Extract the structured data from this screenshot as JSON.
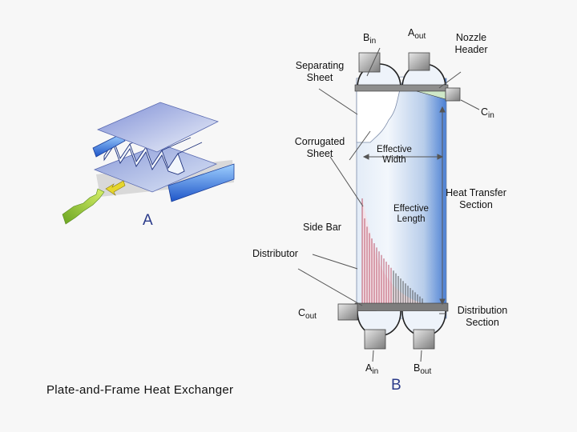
{
  "labels": {
    "b_in": {
      "main": "B",
      "sub": "in"
    },
    "a_out": {
      "main": "A",
      "sub": "out"
    },
    "c_in": {
      "main": "C",
      "sub": "in"
    },
    "c_out": {
      "main": "C",
      "sub": "out"
    },
    "a_in": {
      "main": "A",
      "sub": "in"
    },
    "b_out": {
      "main": "B",
      "sub": "out"
    },
    "nozzle_header": [
      "Nozzle",
      "Header"
    ],
    "separating_sheet": [
      "Separating",
      "Sheet"
    ],
    "corrugated_sheet": [
      "Corrugated",
      "Sheet"
    ],
    "effective_width": [
      "Effective",
      "Width"
    ],
    "effective_length": [
      "Effective",
      "Length"
    ],
    "heat_transfer_section": [
      "Heat Transfer",
      "Section"
    ],
    "side_bar": "Side Bar",
    "distributor": "Distributor",
    "distribution_section": [
      "Distribution",
      "Section"
    ],
    "figure_a": "A",
    "figure_b": "B",
    "title": "Plate-and-Frame Heat Exchanger"
  },
  "colors": {
    "blue_light": "#cfe0f3",
    "blue_dark": "#3a6fd0",
    "channel_red": "#b0304a",
    "green_arrow": "#9ccf3a",
    "nozzle_gray": "#a0a0a0"
  },
  "icons": [
    "exploded-plate-assembly",
    "flow-arrow",
    "exchanger-core"
  ]
}
